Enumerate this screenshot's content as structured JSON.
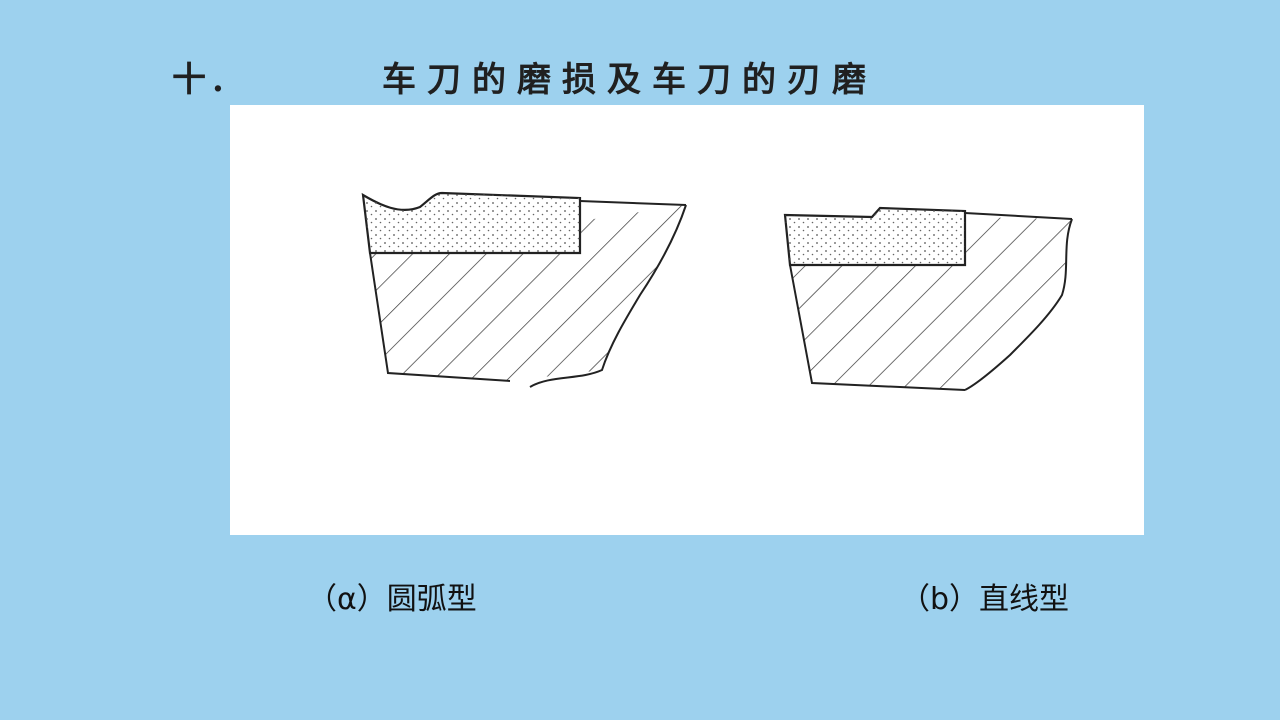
{
  "slide": {
    "title_number": "十.",
    "title_text": "车刀的磨损及车刀的刃磨"
  },
  "figure": {
    "panels": [
      {
        "id": "a",
        "caption": "（α）圆弧型"
      },
      {
        "id": "b",
        "caption": "（b）直线型"
      }
    ]
  },
  "colors": {
    "background": "#9dd1ee",
    "panel": "#ffffff",
    "ink": "#222222"
  }
}
